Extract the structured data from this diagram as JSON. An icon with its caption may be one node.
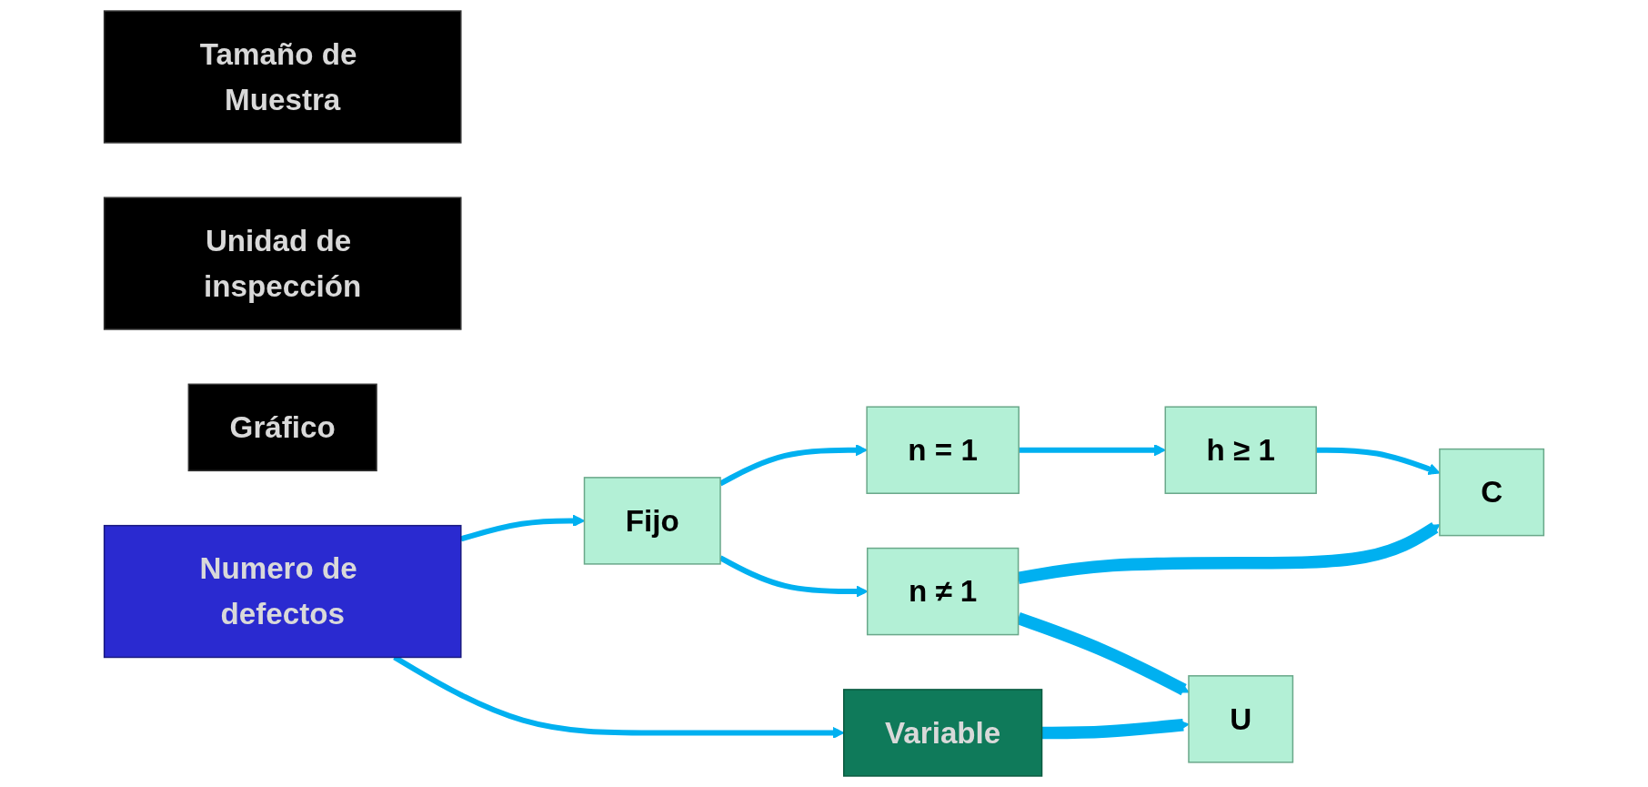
{
  "diagram": {
    "nodes": [
      {
        "text": [
          "Tamaño de Muestra"
        ]
      },
      {
        "text": [
          "Unidad de inspección"
        ]
      },
      {
        "text": [
          "Gráfico"
        ]
      },
      {
        "text": [
          "n = 1"
        ]
      },
      {
        "text": [
          "h ≥ 1"
        ]
      },
      {
        "text": [
          "C"
        ]
      },
      {
        "text": [
          "Fijo"
        ]
      },
      {
        "text": [
          "n ≠ 1"
        ]
      },
      {
        "text": [
          "Numero de defectos"
        ]
      },
      {
        "text": [
          "U"
        ]
      },
      {
        "text": [
          "Variable"
        ]
      }
    ],
    "edges": [
      {
        "from": 8,
        "to": 6,
        "arrow": "to"
      },
      {
        "from": 8,
        "to": 10,
        "arrow": "to"
      },
      {
        "from": 6,
        "to": 3,
        "arrow": "to"
      },
      {
        "from": 6,
        "to": 7,
        "arrow": "to"
      },
      {
        "from": 3,
        "to": 4,
        "arrow": "to"
      },
      {
        "from": 4,
        "to": 5,
        "arrow": "to"
      },
      {
        "from": 7,
        "to": 5,
        "arrow": "to",
        "style": "thick"
      },
      {
        "from": 7,
        "to": 9,
        "arrow": "to",
        "style": "thick"
      },
      {
        "from": 10,
        "to": 9,
        "arrow": "to",
        "style": "thick"
      }
    ]
  }
}
